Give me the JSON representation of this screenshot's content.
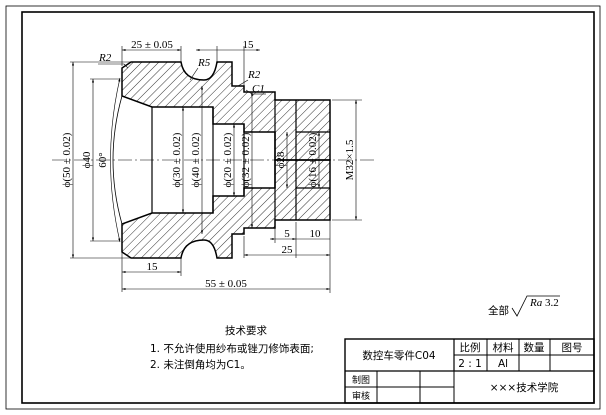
{
  "drawing": {
    "dims": {
      "top_25": "25 ± 0.05",
      "top_15": "15",
      "r2_top": "R2",
      "r5": "R5",
      "r2_mid": "R2",
      "c1": "C1",
      "phi50": "ϕ(50 ± 0.02)",
      "phi40_outer": "ϕ40",
      "angle60": "60°",
      "phi30": "ϕ(30 ± 0.02)",
      "phi40_bore": "ϕ(40 ± 0.02)",
      "phi20": "ϕ(20 ± 0.02)",
      "phi32": "ϕ(32 ± 0.02)",
      "phi28": "ϕ28",
      "phi16": "ϕ(16 ± 0.02)",
      "m32": "M32×1.5",
      "bottom_15": "15",
      "bottom_55": "55 ± 0.05",
      "small_5": "5",
      "small_10": "10",
      "small_25": "25"
    },
    "surface_finish": {
      "prefix": "全部",
      "ra_label": "Ra",
      "ra_value": "3.2"
    },
    "tech_requirements": {
      "title": "技术要求",
      "items": [
        "1. 不允许使用纱布或锉刀修饰表面;",
        "2. 未注倒角均为C1。"
      ]
    },
    "title_block": {
      "part_name": "数控车零件C04",
      "scale_header": "比例",
      "material_header": "材料",
      "quantity_header": "数量",
      "drawing_no_header": "图号",
      "scale_value": "2 : 1",
      "material_value": "Al",
      "drawn_by_label": "制图",
      "checked_by_label": "审核",
      "school": "×××技术学院"
    }
  }
}
